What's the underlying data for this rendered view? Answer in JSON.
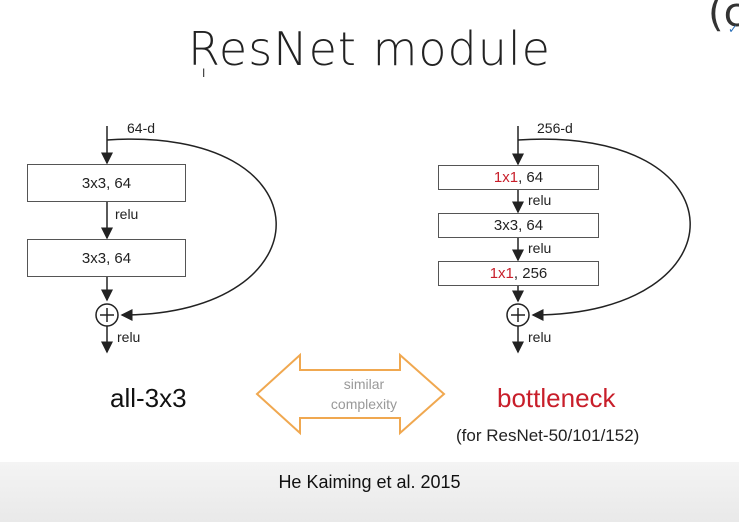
{
  "header": {
    "title": "ResNet module",
    "corner_text": "(c"
  },
  "left_block": {
    "input_dim": "64-d",
    "layers": [
      "3x3, 64",
      "3x3, 64"
    ],
    "activation": "relu",
    "output_activation": "relu",
    "caption": "all-3x3"
  },
  "right_block": {
    "input_dim": "256-d",
    "layers": [
      {
        "highlight": "1x1",
        "rest": ", 64"
      },
      {
        "highlight": "",
        "rest": "3x3, 64"
      },
      {
        "highlight": "1x1",
        "rest": ", 256"
      }
    ],
    "activation": "relu",
    "output_activation": "relu",
    "caption": "bottleneck",
    "subcaption": "(for ResNet-50/101/152)"
  },
  "comparison": {
    "line1": "similar",
    "line2": "complexity"
  },
  "footer": {
    "citation": "He Kaiming et al. 2015"
  },
  "colors": {
    "accent_red": "#c81e2a",
    "arrow_orange": "#f0a850",
    "text": "#222222"
  }
}
